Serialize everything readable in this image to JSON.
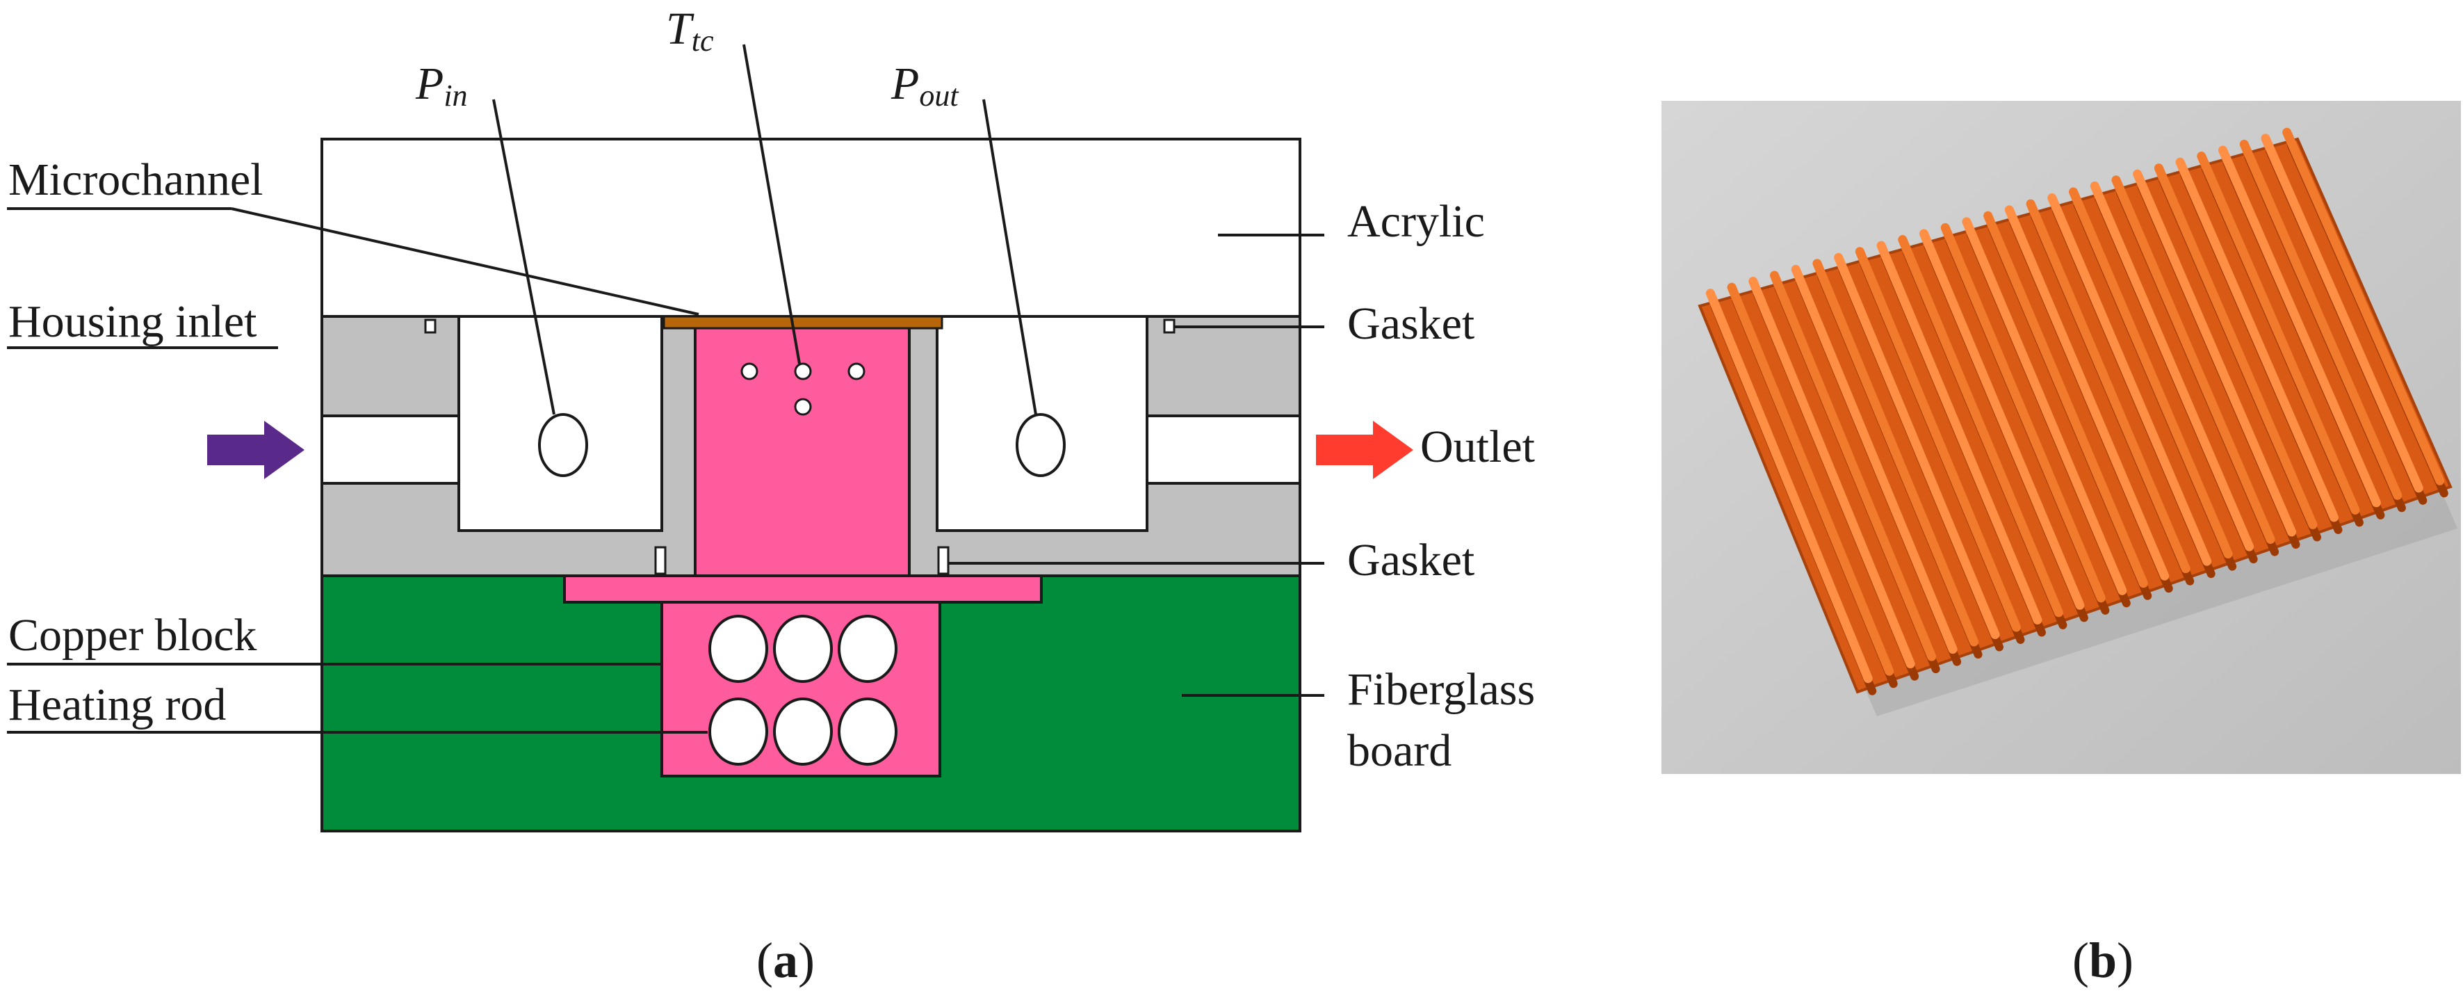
{
  "figure": {
    "panel_a": {
      "caption": {
        "open": "(",
        "letter": "a",
        "close": ")"
      },
      "symbols": {
        "p_in": {
          "base": "P",
          "sub": "in"
        },
        "t_tc": {
          "base": "T",
          "sub": "tc"
        },
        "p_out": {
          "base": "P",
          "sub": "out"
        }
      },
      "labels": {
        "microchannel": "Microchannel",
        "housing_inlet": "Housing inlet",
        "copper_block": "Copper block",
        "heating_rod": "Heating rod",
        "acrylic": "Acrylic",
        "gasket_top": "Gasket",
        "outlet": "Outlet",
        "gasket_bottom": "Gasket",
        "fiberglass_line1": "Fiberglass",
        "fiberglass_line2": "board"
      },
      "colors": {
        "acrylic": "#ffffff",
        "housing": "#c0c0c0",
        "copper_block": "#ff5c9d",
        "microchannel": "#b8660b",
        "fiberglass": "#008c3a",
        "inlet_arrow": "#5a2a8a",
        "outlet_arrow": "#ff3c2e",
        "outline": "#1a1a1a"
      }
    },
    "panel_b": {
      "caption": {
        "open": "(",
        "letter": "b",
        "close": ")"
      },
      "photo": {
        "subject": "copper microchannel heat sink with parallel fins",
        "background_color": "#c9c9c9",
        "fin_color": "#ef6a1c"
      }
    }
  }
}
